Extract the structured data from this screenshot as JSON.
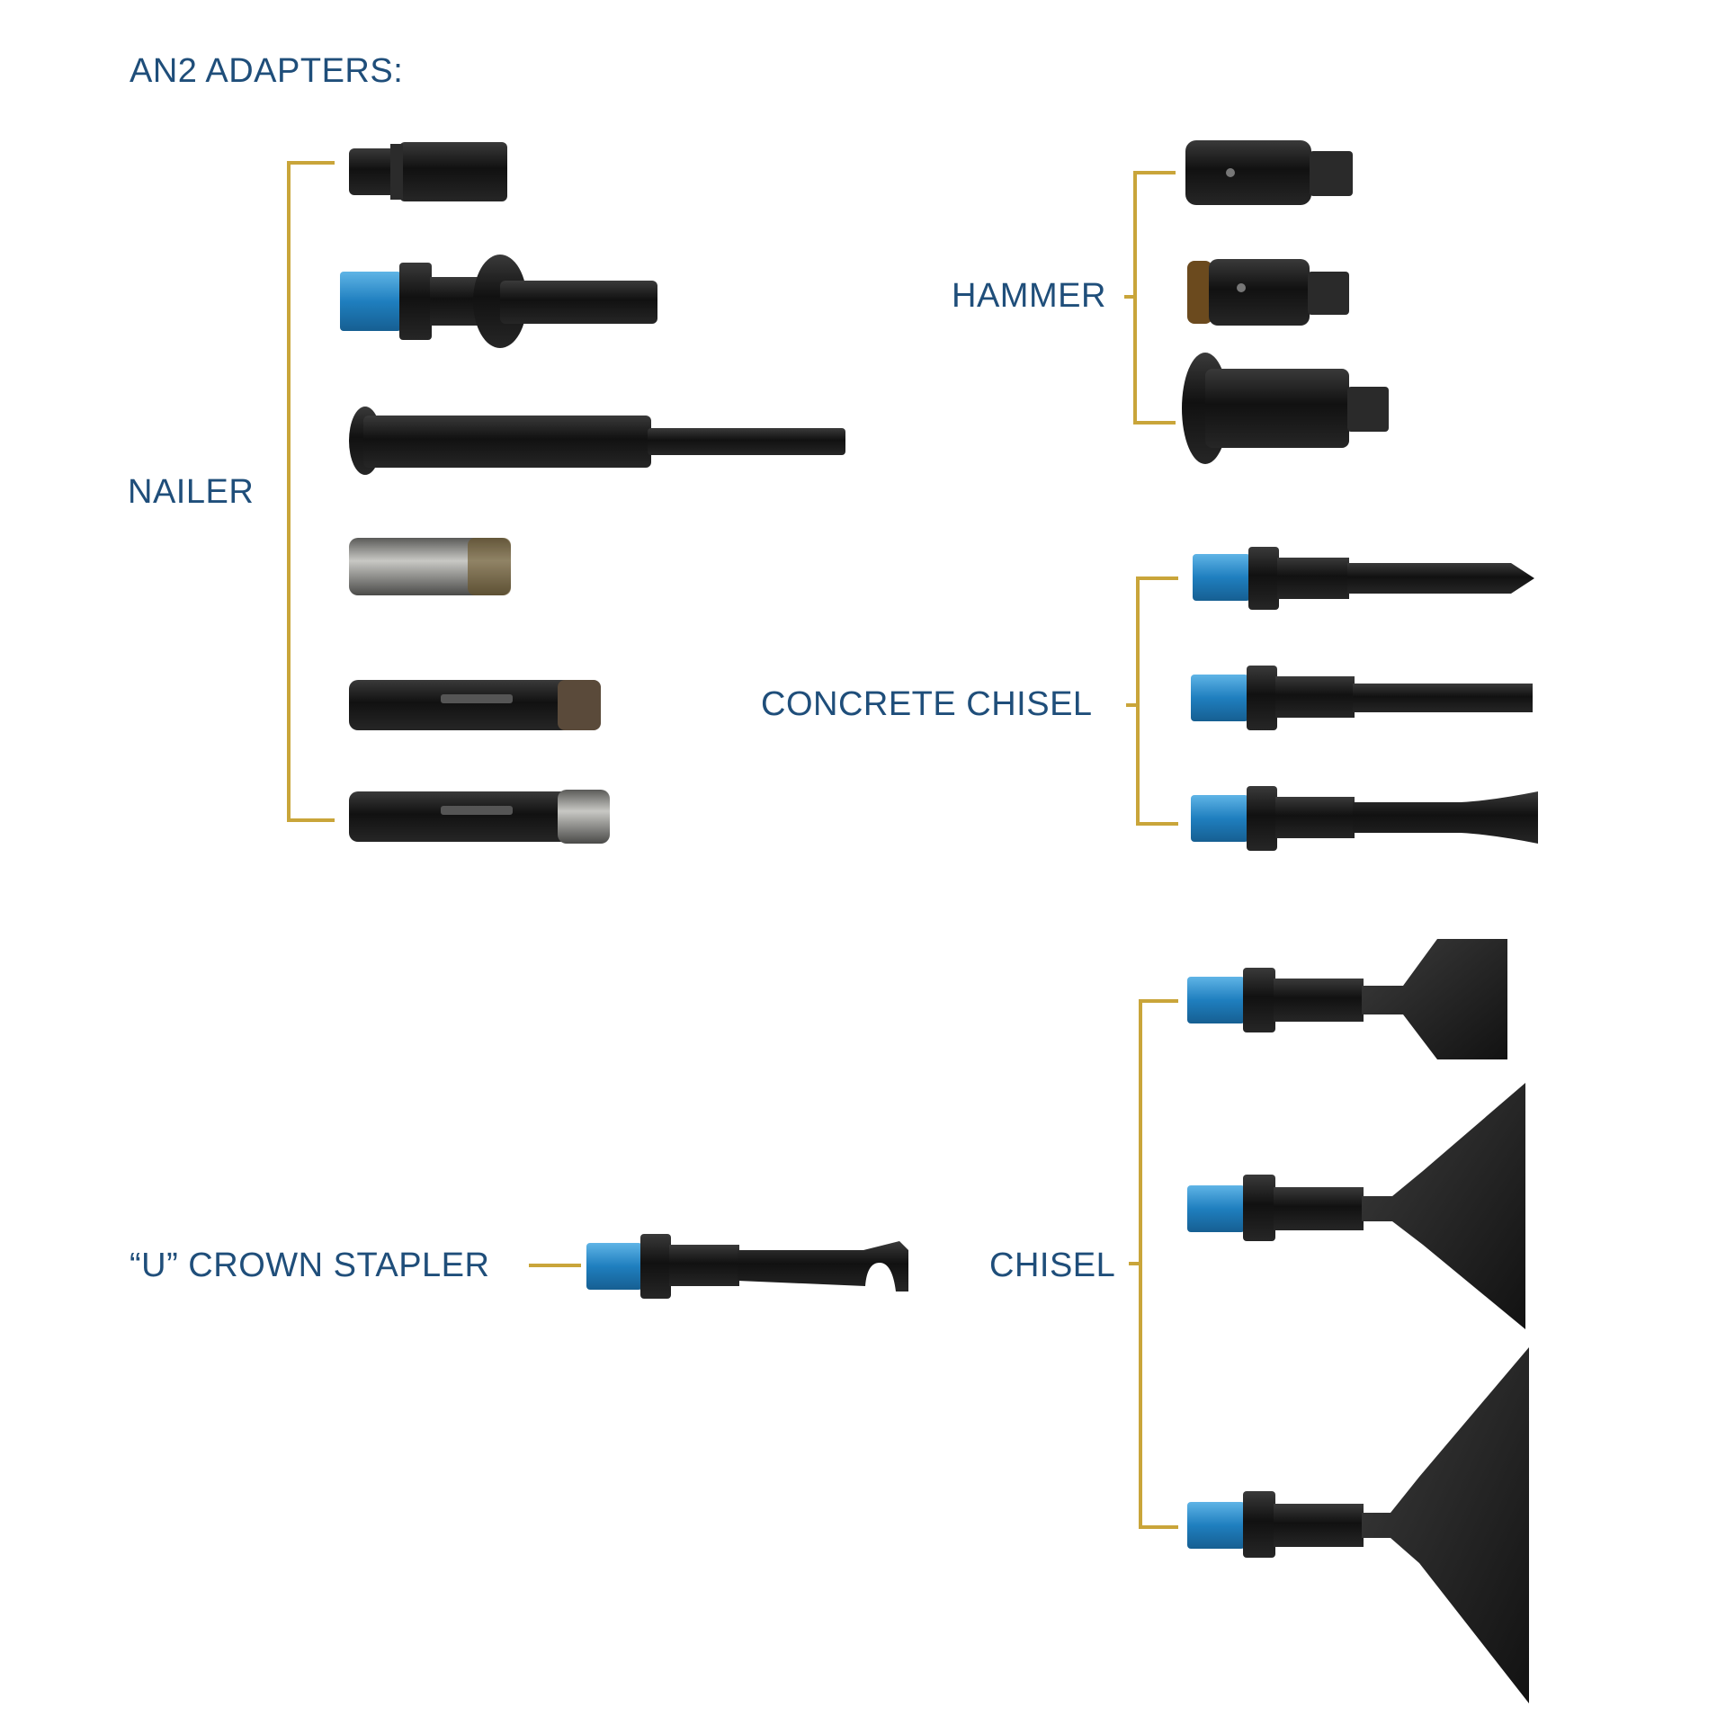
{
  "title": "AN2 ADAPTERS:",
  "colors": {
    "label": "#1f4e7a",
    "bracket": "#c9a53a",
    "steel_black": "#1b1b1b",
    "thread_blue": "#2b86c2",
    "brass": "#8a6a2a",
    "silver": "#9a9a96"
  },
  "groups": {
    "nailer": {
      "label": "NAILER"
    },
    "hammer": {
      "label": "HAMMER"
    },
    "concrete_chisel": {
      "label": "CONCRETE CHISEL"
    },
    "stapler": {
      "label": "“U” CROWN STAPLER"
    },
    "chisel": {
      "label": "CHISEL"
    }
  }
}
